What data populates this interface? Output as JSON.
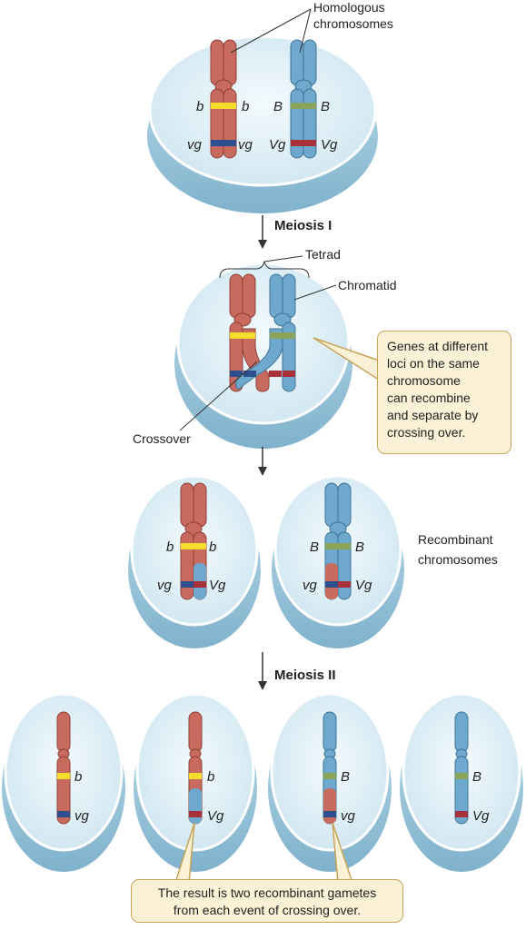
{
  "labels": {
    "homologous": [
      "Homologous",
      "chromosomes"
    ],
    "meiosis_1": "Meiosis I",
    "meiosis_2": "Meiosis II",
    "tetrad": "Tetrad",
    "chromatid": "Chromatid",
    "crossover": "Crossover",
    "recombinant": [
      "Recombinant",
      "chromosomes"
    ]
  },
  "genes": {
    "b": "b",
    "B": "B",
    "vg": "vg",
    "Vg": "Vg"
  },
  "callouts": {
    "genes_box": [
      "Genes at different",
      "loci on the same",
      "chromosome",
      "can recombine",
      "and separate by",
      "crossing over."
    ],
    "result_box": [
      "The result is two recombinant gametes",
      "from each event of crossing over."
    ]
  },
  "colors": {
    "red_chromosome": "#c96a5e",
    "blue_chromosome": "#6ea8cc",
    "yellow_band": "#f2de2a",
    "green_band": "#8aa35a",
    "navy_band": "#2e4f8e",
    "dark_red_band": "#a8303a",
    "cell_fill": "#d9ecf4",
    "cell_edge": "#9fc6d8"
  }
}
